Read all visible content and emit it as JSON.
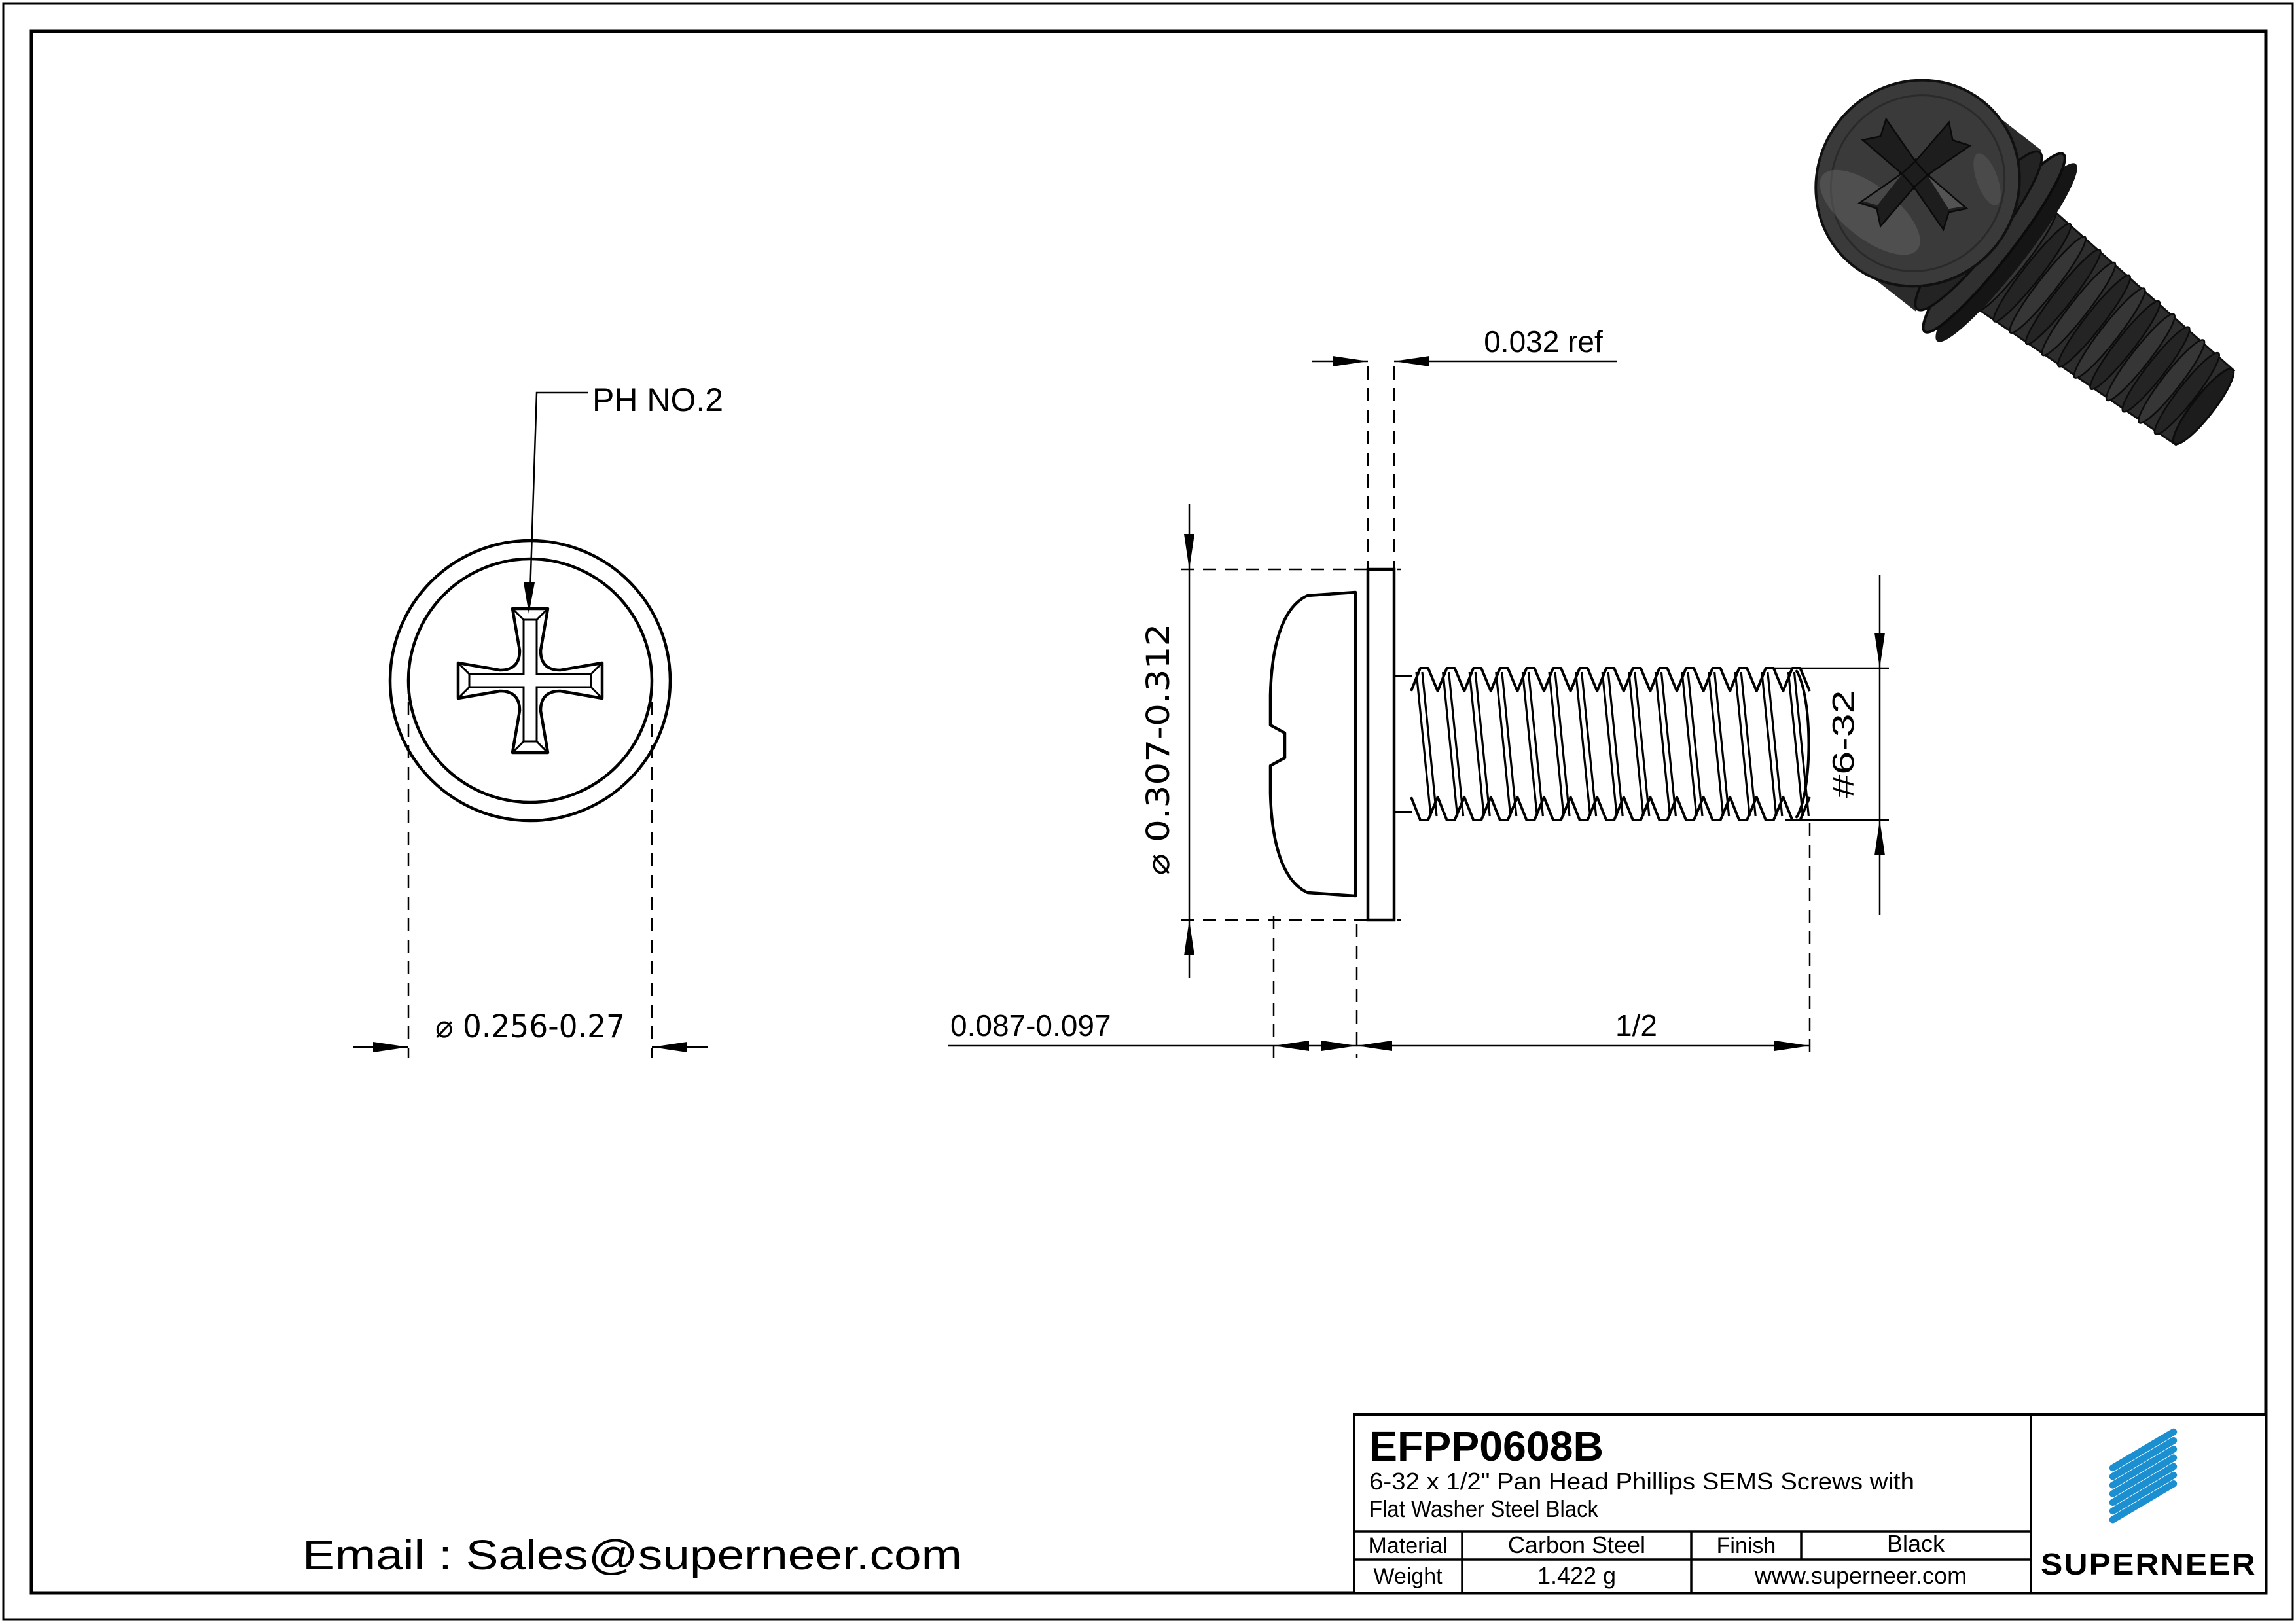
{
  "page": {
    "background": "#ffffff",
    "line_color": "#000000"
  },
  "front_view": {
    "callout_label": "PH NO.2",
    "diameter_dim": "⌀ 0.256-0.27"
  },
  "side_view": {
    "washer_thickness_dim": "0.032 ref",
    "washer_od_dim": "⌀ 0.307-0.312",
    "thread_spec_dim": "#6-32",
    "head_height_dim": "0.087-0.097",
    "length_dim": "1/2"
  },
  "footer": {
    "email_text": "Email : Sales@superneer.com"
  },
  "title_block": {
    "part_number": "EFPP0608B",
    "description_line1": "6-32 x 1/2\" Pan Head Phillips SEMS Screws with",
    "description_line2": "Flat Washer Steel Black",
    "material_label": "Material",
    "material_value": "Carbon Steel",
    "finish_label": "Finish",
    "finish_value": "Black",
    "weight_label": "Weight",
    "weight_value": "1.422 g",
    "website_url": "www.superneer.com",
    "brand_name": "SUPERNEER",
    "accent_color": "#1b8fd0",
    "link_color": "#2699dd"
  }
}
